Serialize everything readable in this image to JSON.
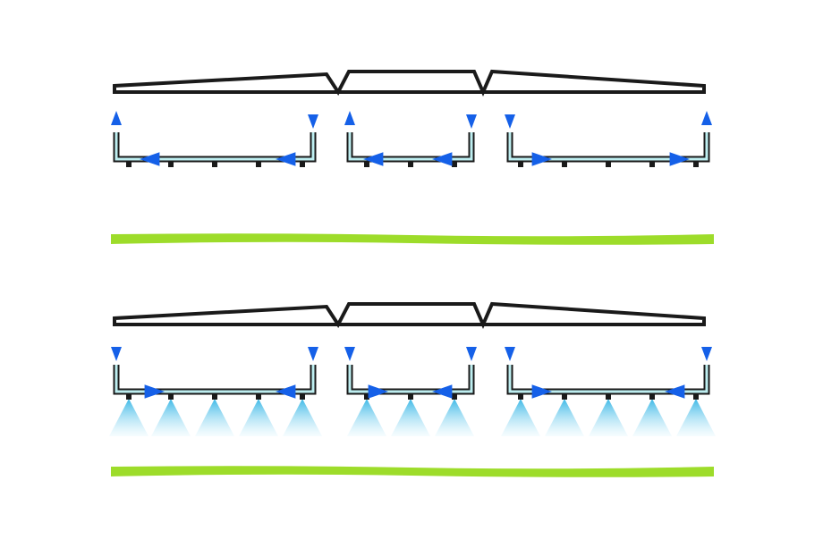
{
  "colors": {
    "outline": "#1a1a1a",
    "pipe_fill": "#bdeef0",
    "arrow": "#1560e8",
    "spray": "#4fc3e8",
    "ground": "#9ddc2a",
    "background": "#ffffff"
  },
  "diagrams": [
    {
      "id": "circulation",
      "spraying": false,
      "sections": [
        {
          "nozzles": 5,
          "left_vertical": "up",
          "right_vertical": "down",
          "horizontal": [
            "left",
            "left"
          ]
        },
        {
          "nozzles": 3,
          "left_vertical": "up",
          "right_vertical": "down",
          "horizontal": [
            "left",
            "left"
          ]
        },
        {
          "nozzles": 5,
          "left_vertical": "down",
          "right_vertical": "up",
          "horizontal": [
            "right",
            "right"
          ]
        }
      ]
    },
    {
      "id": "spraying",
      "spraying": true,
      "sections": [
        {
          "nozzles": 5,
          "left_vertical": "down",
          "right_vertical": "down",
          "horizontal": [
            "right",
            "left"
          ]
        },
        {
          "nozzles": 3,
          "left_vertical": "down",
          "right_vertical": "down",
          "horizontal": [
            "right",
            "left"
          ]
        },
        {
          "nozzles": 5,
          "left_vertical": "down",
          "right_vertical": "down",
          "horizontal": [
            "right",
            "left"
          ]
        }
      ]
    }
  ]
}
